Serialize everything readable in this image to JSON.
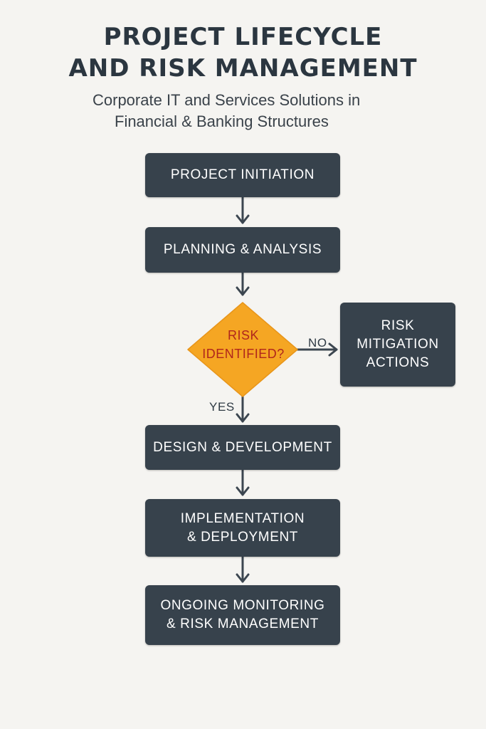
{
  "title": {
    "line1": "PROJECT LIFECYCLE",
    "line2": "AND RISK MANAGEMENT"
  },
  "subtitle": {
    "line1": "Corporate IT and Services Solutions in",
    "line2": "Financial & Banking Structures"
  },
  "nodes": {
    "initiation": {
      "label": "PROJECT INITIATION"
    },
    "planning": {
      "label": "PLANNING & ANALYSIS"
    },
    "decision": {
      "line1": "RISK",
      "line2": "IDENTIFIED?"
    },
    "mitigation": {
      "line1": "RISK",
      "line2": "MITIGATION",
      "line3": "ACTIONS"
    },
    "design": {
      "label": "DESIGN & DEVELOPMENT"
    },
    "implementation": {
      "line1": "IMPLEMENTATION",
      "line2": "& DEPLOYMENT"
    },
    "monitoring": {
      "line1": "ONGOING MONITORING",
      "line2": "& RISK MANAGEMENT"
    }
  },
  "edge_labels": {
    "no": "NO",
    "yes": "YES"
  },
  "colors": {
    "background": "#f5f4f1",
    "box": "#37424c",
    "box_text": "#ffffff",
    "decision_fill": "#f5a623",
    "decision_text": "#b0261c",
    "arrow": "#3c4650"
  }
}
